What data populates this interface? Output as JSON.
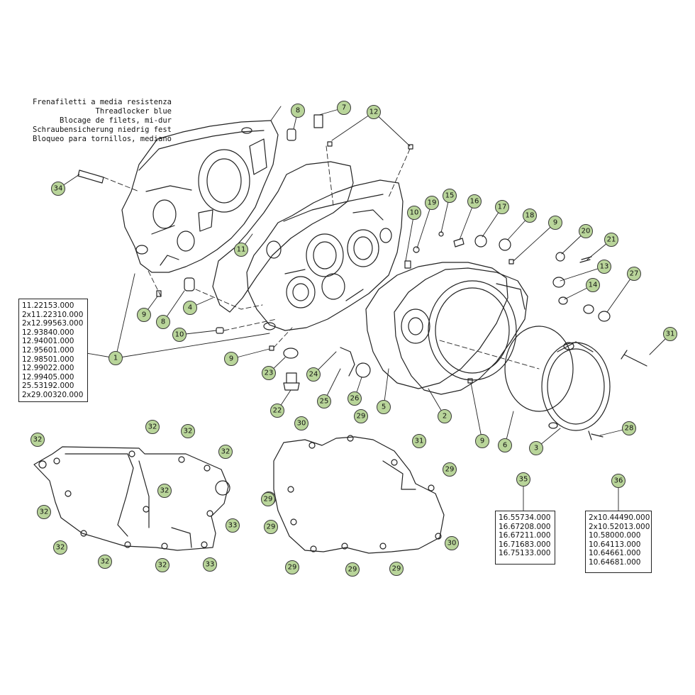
{
  "threadlocker_note": [
    "Frenafiletti a media resistenza",
    "Threadlocker blue",
    "Blocage de filets, mi-dur",
    "Schraubensicherung niedrig fest",
    "Bloqueo para tornillos, mediano"
  ],
  "part_lists": {
    "crankcase": [
      "11.22153.000",
      "2x11.22310.000",
      "2x12.99563.000",
      "12.93840.000",
      "12.94001.000",
      "12.95601.000",
      "12.98501.000",
      "12.99022.000",
      "12.99405.000",
      "25.53192.000",
      "2x29.00320.000"
    ],
    "kit_35": [
      "16.55734.000",
      "16.67208.000",
      "16.67211.000",
      "16.71683.000",
      "16.75133.000"
    ],
    "kit_36": [
      "2x10.44490.000",
      "2x10.52013.000",
      "10.58000.000",
      "10.64113.000",
      "10.64661.000",
      "10.64681.000"
    ]
  },
  "callouts": [
    {
      "n": "1"
    },
    {
      "n": "2"
    },
    {
      "n": "3"
    },
    {
      "n": "4"
    },
    {
      "n": "5"
    },
    {
      "n": "6"
    },
    {
      "n": "7"
    },
    {
      "n": "8"
    },
    {
      "n": "8"
    },
    {
      "n": "9"
    },
    {
      "n": "9"
    },
    {
      "n": "9"
    },
    {
      "n": "9"
    },
    {
      "n": "10"
    },
    {
      "n": "10"
    },
    {
      "n": "11"
    },
    {
      "n": "12"
    },
    {
      "n": "13"
    },
    {
      "n": "14"
    },
    {
      "n": "15"
    },
    {
      "n": "16"
    },
    {
      "n": "17"
    },
    {
      "n": "18"
    },
    {
      "n": "19"
    },
    {
      "n": "20"
    },
    {
      "n": "21"
    },
    {
      "n": "22"
    },
    {
      "n": "23"
    },
    {
      "n": "24"
    },
    {
      "n": "25"
    },
    {
      "n": "26"
    },
    {
      "n": "27"
    },
    {
      "n": "28"
    },
    {
      "n": "29"
    },
    {
      "n": "29"
    },
    {
      "n": "29"
    },
    {
      "n": "29"
    },
    {
      "n": "29"
    },
    {
      "n": "29"
    },
    {
      "n": "29"
    },
    {
      "n": "29"
    },
    {
      "n": "30"
    },
    {
      "n": "30"
    },
    {
      "n": "31"
    },
    {
      "n": "31"
    },
    {
      "n": "32"
    },
    {
      "n": "32"
    },
    {
      "n": "32"
    },
    {
      "n": "32"
    },
    {
      "n": "32"
    },
    {
      "n": "32"
    },
    {
      "n": "32"
    },
    {
      "n": "32"
    },
    {
      "n": "32"
    },
    {
      "n": "33"
    },
    {
      "n": "33"
    },
    {
      "n": "34"
    },
    {
      "n": "35"
    },
    {
      "n": "36"
    }
  ],
  "colors": {
    "callout_fill": "#b9d59a",
    "line": "#222222"
  }
}
